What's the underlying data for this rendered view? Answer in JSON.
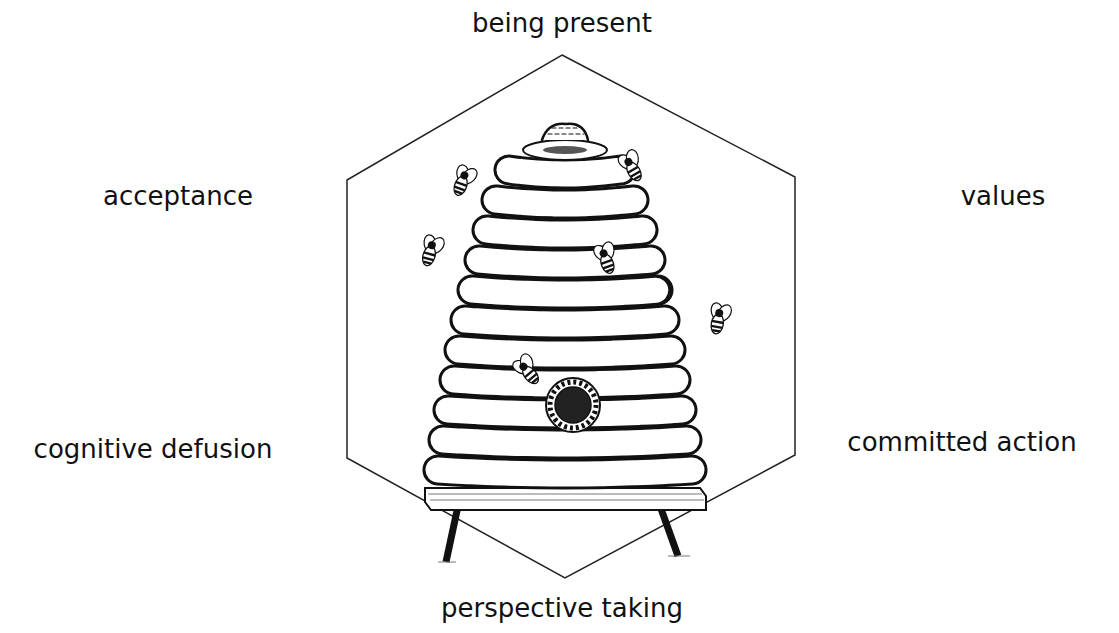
{
  "diagram": {
    "labels": [
      "being present",
      "acceptance",
      "values",
      "cognitive defusion",
      "committed action",
      "perspective taking"
    ]
  }
}
